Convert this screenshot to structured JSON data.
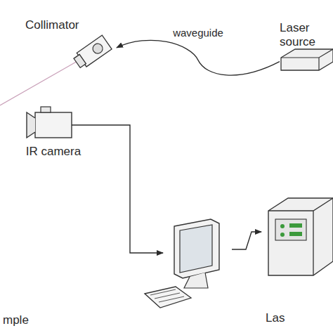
{
  "diagram": {
    "nodes": [
      {
        "text": [
          "Collimator"
        ]
      },
      {
        "text": [
          "Laser source"
        ]
      },
      {
        "text": [
          "IR camera"
        ]
      },
      {
        "text": [
          "Las"
        ]
      }
    ],
    "edges": [
      {
        "from": 1,
        "to": 0,
        "label": "waveguide",
        "arrow": "to"
      }
    ],
    "labels": [
      "mple"
    ]
  }
}
